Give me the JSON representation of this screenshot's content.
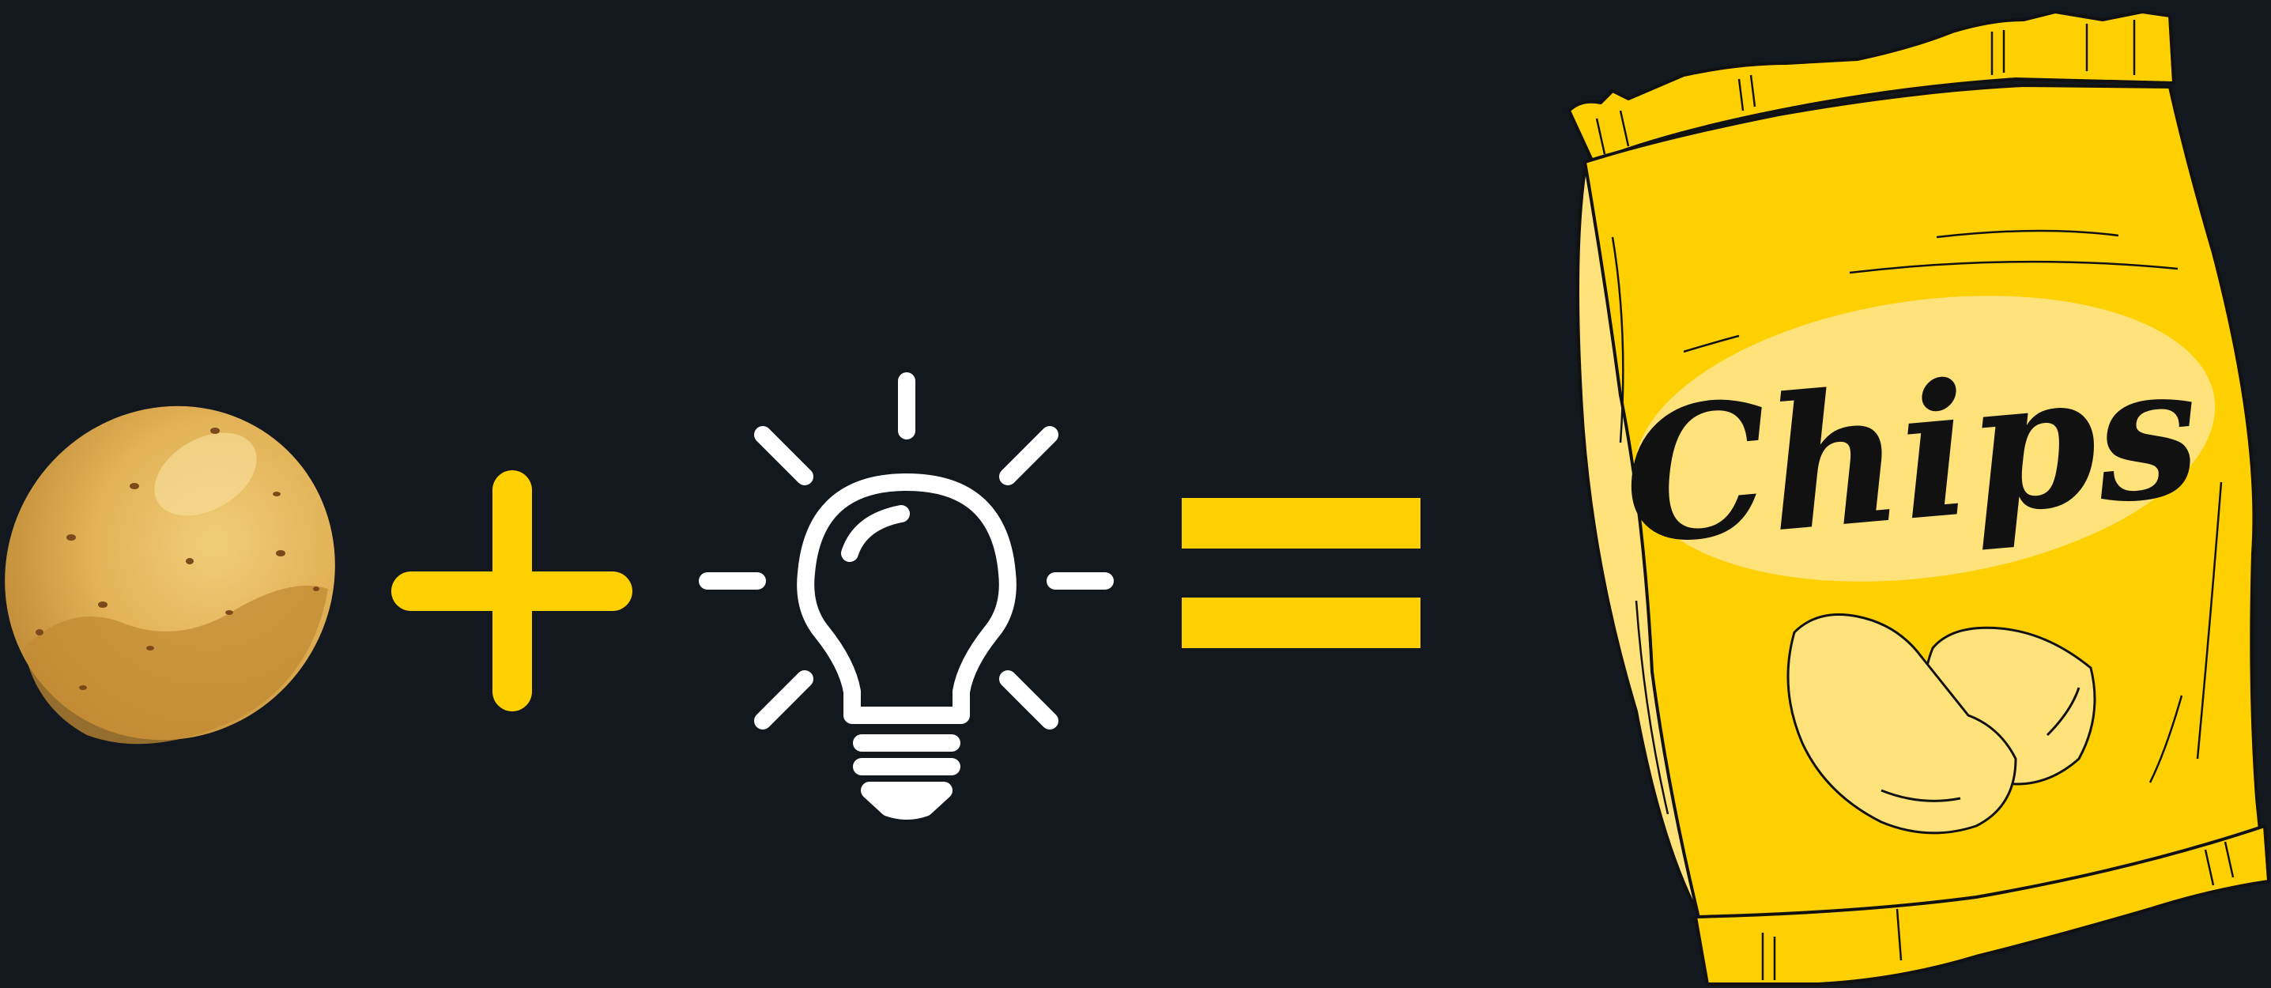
{
  "equation": {
    "operand_1": "potato-icon",
    "operator_1": "plus-sign",
    "operand_2": "light-bulb-icon",
    "operator_2": "equals-sign",
    "result": "chips-bag-icon"
  },
  "bag": {
    "label": "Chips"
  },
  "colors": {
    "background": "#12181d",
    "accent_yellow": "#ffd000",
    "bulb_white": "#ffffff",
    "potato_light": "#e6b95a",
    "potato_dark": "#b07a2b",
    "bag_light": "#ffe27a",
    "bag_outline": "#111111"
  }
}
